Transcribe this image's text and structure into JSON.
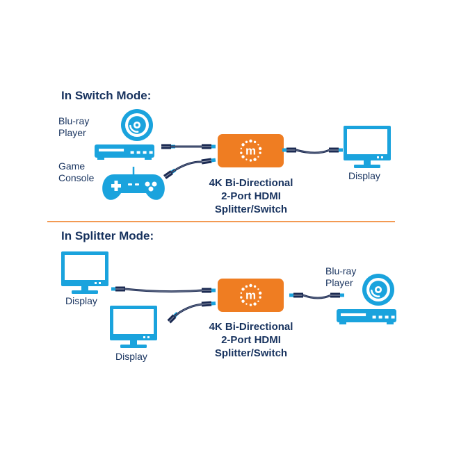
{
  "switch_section": {
    "heading": "In Switch Mode:",
    "source1_label": [
      "Blu-ray",
      "Player"
    ],
    "source2_label": [
      "Game",
      "Console"
    ],
    "output_label": "Display",
    "product_lines": [
      "4K Bi-Directional",
      "2-Port HDMI",
      "Splitter/Switch"
    ]
  },
  "splitter_section": {
    "heading": "In Splitter Mode:",
    "display1_label": "Display",
    "display2_label": "Display",
    "source_label": [
      "Blu-ray",
      "Player"
    ],
    "product_lines": [
      "4K Bi-Directional",
      "2-Port HDMI",
      "Splitter/Switch"
    ]
  },
  "logo_letter": "m",
  "colors": {
    "device_blue": "#1aa3dd",
    "text_navy": "#17325e",
    "splitter_orange": "#ef7d22",
    "divider_orange": "#f39a53",
    "cable_dark": "#1b2a52"
  },
  "icons": [
    "disc-icon",
    "bluray-player-icon",
    "gamepad-icon",
    "monitor-icon",
    "hdmi-splitter-icon",
    "hdmi-cable-icon"
  ]
}
